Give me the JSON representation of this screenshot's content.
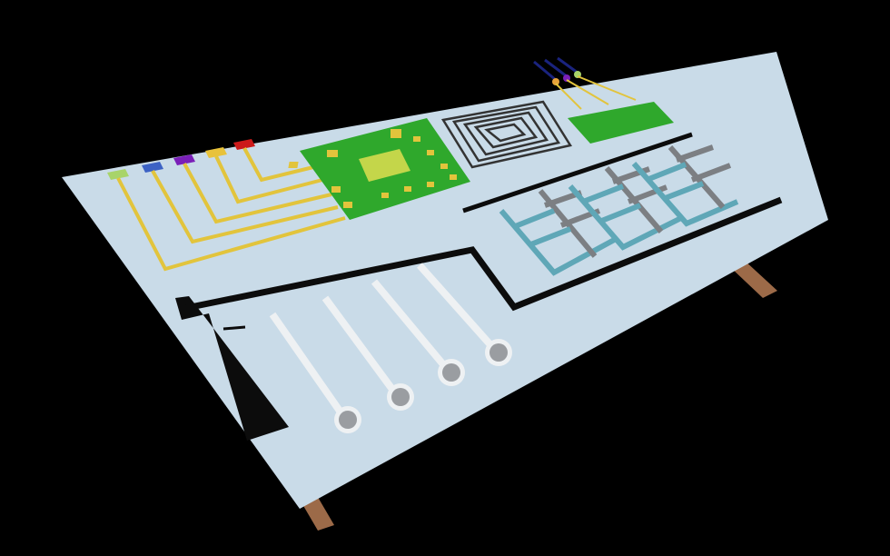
{
  "colors": {
    "background": "#000000",
    "board": "#c9dbe8",
    "chip": "#2fa82c",
    "gold": "#e2c43c",
    "black_trace": "#0c0c0c",
    "teal_electrode": "#5fa7b7",
    "gray_electrode": "#7c7f83",
    "tab": "#9c6a48",
    "sensor": "#eef1f3",
    "sensor_pad": "#9a9da1",
    "pads": [
      "#a8d46a",
      "#3c62c4",
      "#7a1fb8",
      "#e8c23a",
      "#cc1a1a"
    ],
    "top_leads": [
      "#1a237e",
      "#1a237e",
      "#3a2a9e"
    ]
  },
  "icons": [
    "flexible-circuit-board",
    "microchip",
    "spiral-coil",
    "interdigitated-electrode",
    "temperature-sensor",
    "connector-tab"
  ]
}
